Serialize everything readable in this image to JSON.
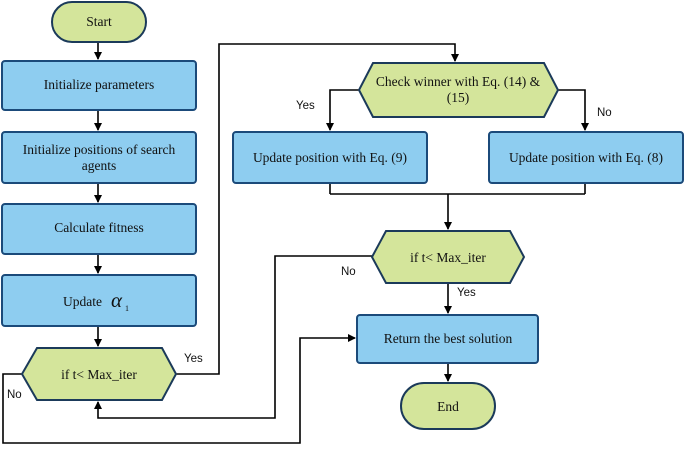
{
  "nodes": {
    "start": "Start",
    "init_params": "Initialize parameters",
    "init_positions_1": "Initialize positions of search",
    "init_positions_2": "agents",
    "calc_fitness": "Calculate fitness",
    "update_alpha": "Update",
    "alpha_symbol": "α",
    "alpha_sub": "1",
    "cond_left": "if t< Max_iter",
    "check_winner_1": "Check winner with Eq. (14) &",
    "check_winner_2": "(15)",
    "update_eq9": "Update position with Eq. (9)",
    "update_eq8": "Update position with Eq. (8)",
    "cond_right": "if t< Max_iter",
    "return_best": "Return the best solution",
    "end": "End"
  },
  "edge_labels": {
    "yes_left": "Yes",
    "no_left": "No",
    "yes_check": "Yes",
    "no_check": "No",
    "no_right": "No",
    "yes_right": "Yes"
  },
  "colors": {
    "process_fill": "#8ecdf0",
    "terminal_fill": "#d4e59b",
    "decision_fill": "#d4e59b"
  }
}
